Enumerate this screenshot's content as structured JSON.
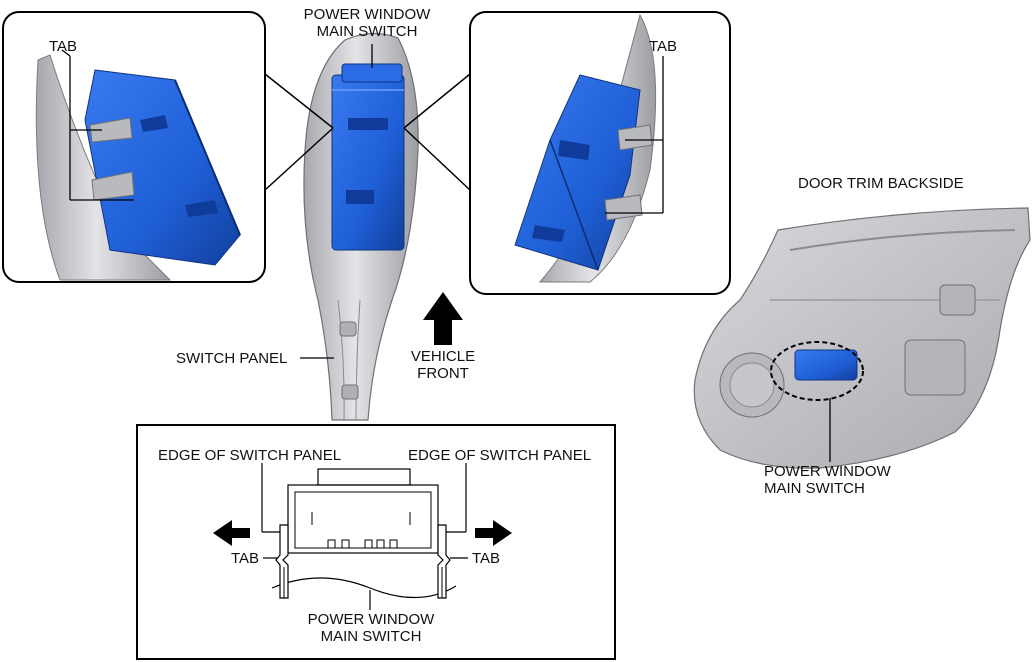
{
  "labels": {
    "top_switch_line1": "POWER WINDOW",
    "top_switch_line2": "MAIN SWITCH",
    "tab_left_inset": "TAB",
    "tab_right_inset": "TAB",
    "door_trim_backside": "DOOR TRIM BACKSIDE",
    "switch_panel": "SWITCH PANEL",
    "vehicle_front_line1": "VEHICLE",
    "vehicle_front_line2": "FRONT",
    "edge_left": "EDGE OF SWITCH PANEL",
    "edge_right": "EDGE OF SWITCH PANEL",
    "tab_bottom_left": "TAB",
    "tab_bottom_right": "TAB",
    "bottom_switch_line1": "POWER WINDOW",
    "bottom_switch_line2": "MAIN SWITCH",
    "door_switch_line1": "POWER WINDOW",
    "door_switch_line2": "MAIN SWITCH"
  },
  "colors": {
    "switch_blue": "#1f5fd6",
    "switch_blue_dark": "#123f9c",
    "panel_gray": "#c9c9cc",
    "panel_gray_dark": "#8f9096",
    "line": "#000000"
  }
}
